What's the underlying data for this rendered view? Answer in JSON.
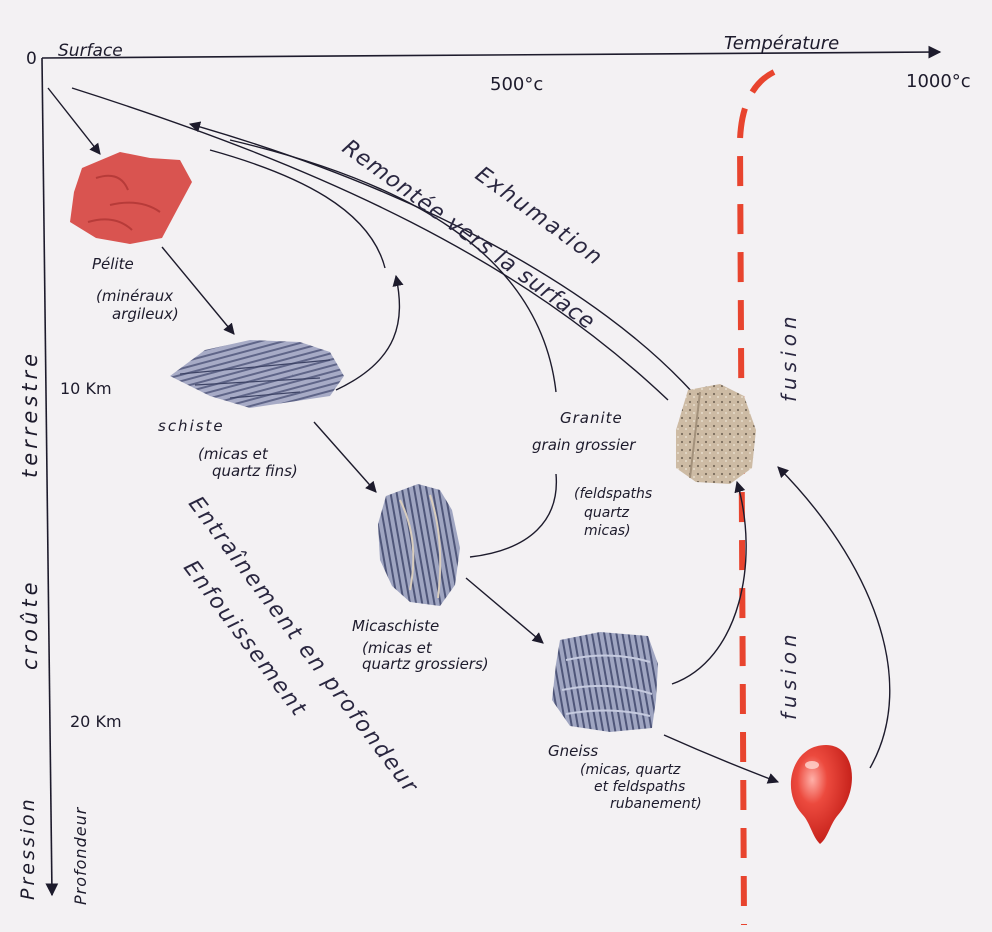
{
  "axes": {
    "origin": "0",
    "surface": "Surface",
    "temperature": "Température",
    "t500": "500°c",
    "t1000": "1000°c",
    "pressure": "Pression",
    "depth": "Profondeur",
    "crust_word1": "croûte",
    "crust_word2": "terrestre",
    "d10": "10 Km",
    "d20": "20 Km"
  },
  "rocks": {
    "pelite": {
      "name": "Pélite",
      "desc1": "(minéraux",
      "desc2": "argileux)",
      "color": "#d8524d"
    },
    "schiste": {
      "name": "schiste",
      "desc1": "(micas et",
      "desc2": "quartz fins)",
      "color": "#8f94b4"
    },
    "micaschiste": {
      "name": "Micaschiste",
      "desc1": "(micas et",
      "desc2": "quartz grossiers)",
      "color": "#8a8fa8"
    },
    "gneiss": {
      "name": "Gneiss",
      "desc1": "(micas, quartz",
      "desc2": "et feldspaths",
      "desc3": "rubanement)",
      "color": "#737a96"
    },
    "granite": {
      "name": "Granite",
      "sub": "grain grossier",
      "desc1": "(feldspaths",
      "desc2": "quartz",
      "desc3": "micas)",
      "color": "#c9b7a0"
    },
    "magma": {
      "color": "#e5362e"
    }
  },
  "processes": {
    "exhumation": "Exhumation",
    "ascent": "Remontée vers la surface",
    "entrainment": "Entraînement en profondeur",
    "burial": "Enfouissement",
    "fusion_upper": "fusion",
    "fusion_lower": "fusion"
  },
  "colors": {
    "fusion_line": "#e8442e",
    "ink": "#1d1b2c"
  }
}
